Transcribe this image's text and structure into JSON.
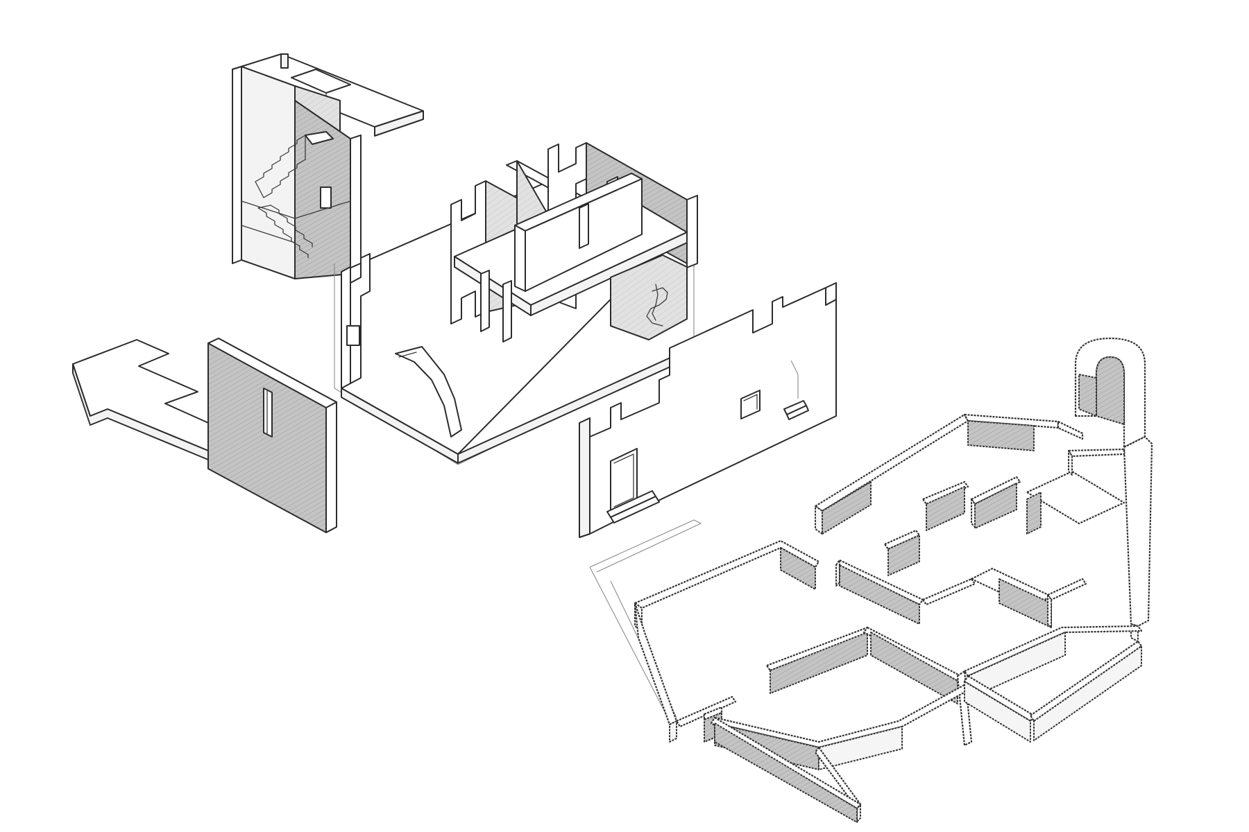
{
  "figure": {
    "labels": [],
    "components": [
      "stair-tower",
      "core-house-block",
      "side-wall-with-window",
      "entry-wall-with-door",
      "roof-slab",
      "ruin-foundation-plan"
    ]
  },
  "colors": {
    "background": "#ffffff",
    "ink": "#2b2b2b",
    "shade": "#bdbdbd",
    "light_shade": "#dcdcdc"
  }
}
